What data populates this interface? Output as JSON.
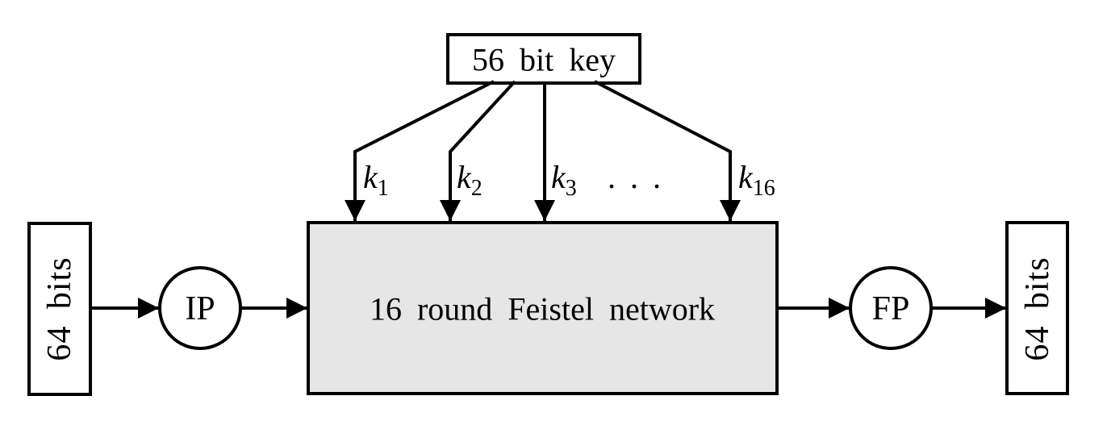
{
  "colors": {
    "stroke": "#000000",
    "feistel_fill": "#e6e6e6",
    "background": "#ffffff"
  },
  "key_box": {
    "label": "56 bit key"
  },
  "round_keys": {
    "k1": {
      "base": "k",
      "sub": "1"
    },
    "k2": {
      "base": "k",
      "sub": "2"
    },
    "k3": {
      "base": "k",
      "sub": "3"
    },
    "k16": {
      "base": "k",
      "sub": "16"
    },
    "ellipsis": ". . ."
  },
  "feistel_box": {
    "label": "16 round Feistel network"
  },
  "input_box": {
    "label": "64 bits"
  },
  "output_box": {
    "label": "64 bits"
  },
  "ip_node": {
    "label": "IP"
  },
  "fp_node": {
    "label": "FP"
  }
}
